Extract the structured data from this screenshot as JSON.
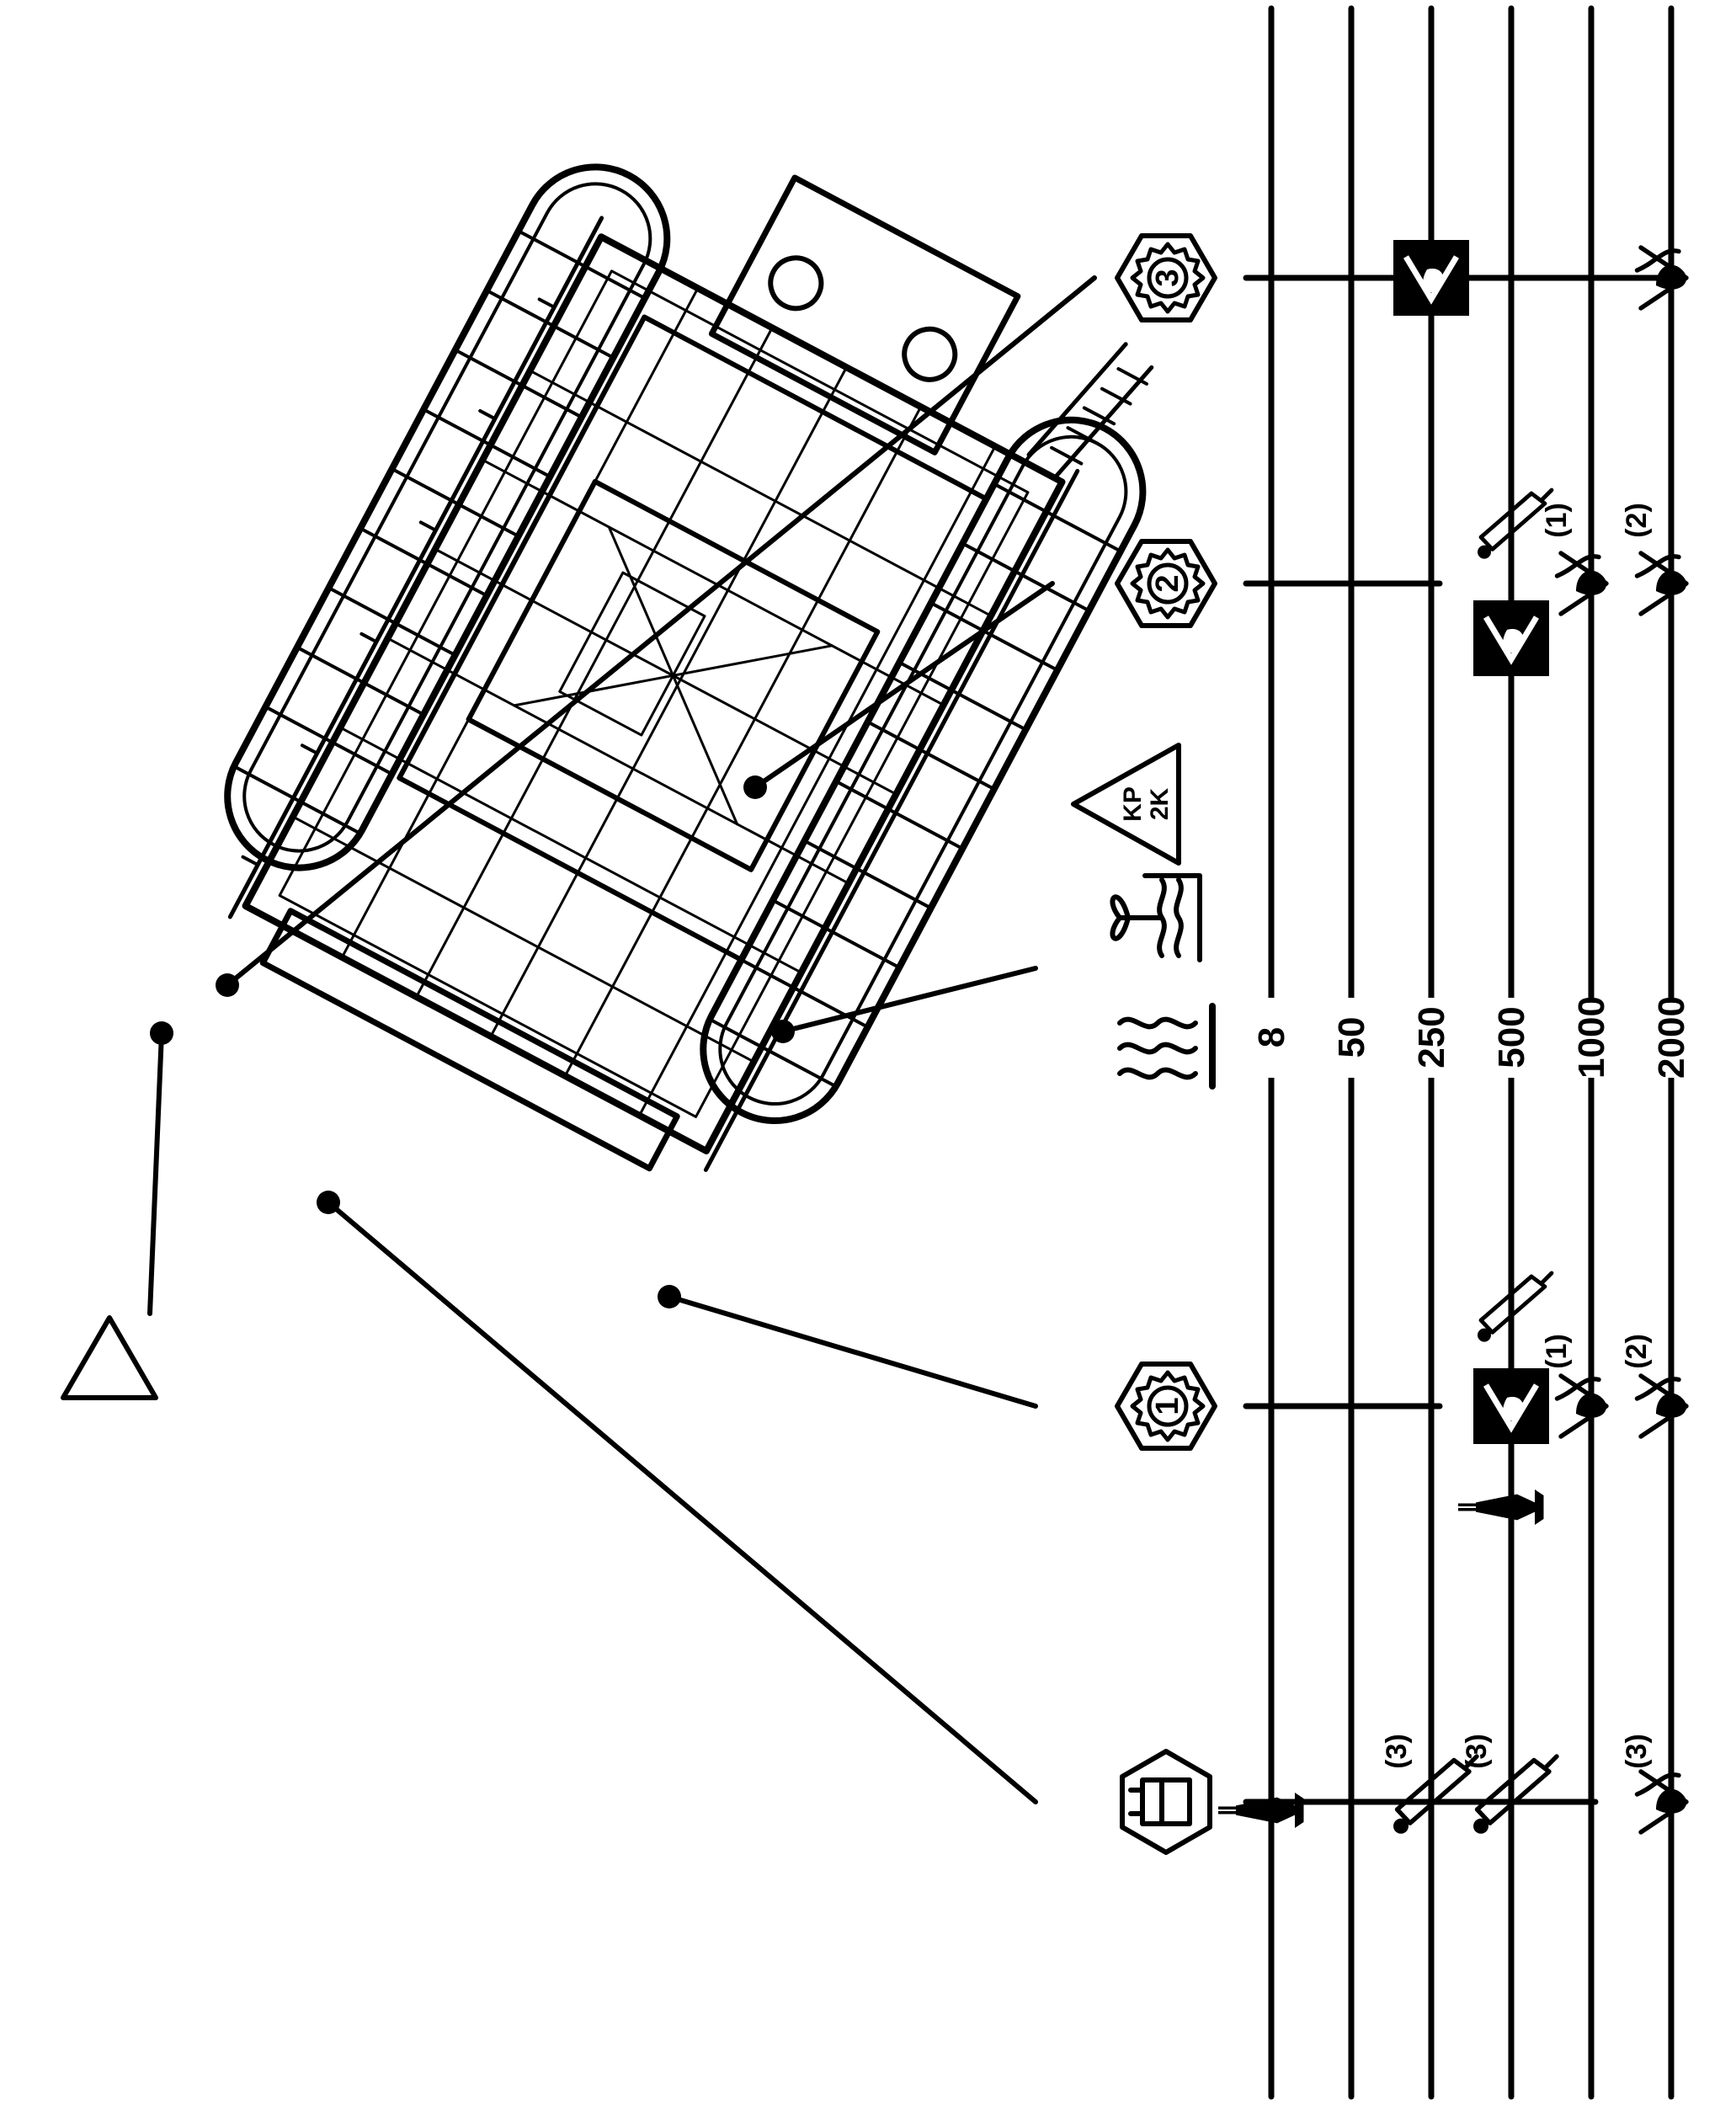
{
  "diagram": {
    "interval_labels": [
      "8",
      "50",
      "250",
      "500",
      "1000",
      "2000"
    ],
    "ref_note_1": "(1)",
    "ref_note_2": "(2)",
    "ref_note_3": "(3)",
    "badge_1": "1",
    "badge_2": "2",
    "badge_3": "3",
    "kp_text_top": "KP",
    "kp_text_bottom": "2K",
    "icons": [
      "warning-triangle-icon",
      "heat-waves-icon",
      "water-plant-icon",
      "kp2k-grease-triangle-icon",
      "electrical-box-icon",
      "grease-gun-icon",
      "oil-can-icon",
      "oil-drop-check-icon"
    ],
    "colors": {
      "ink": "#000000",
      "paper": "#ffffff"
    }
  }
}
